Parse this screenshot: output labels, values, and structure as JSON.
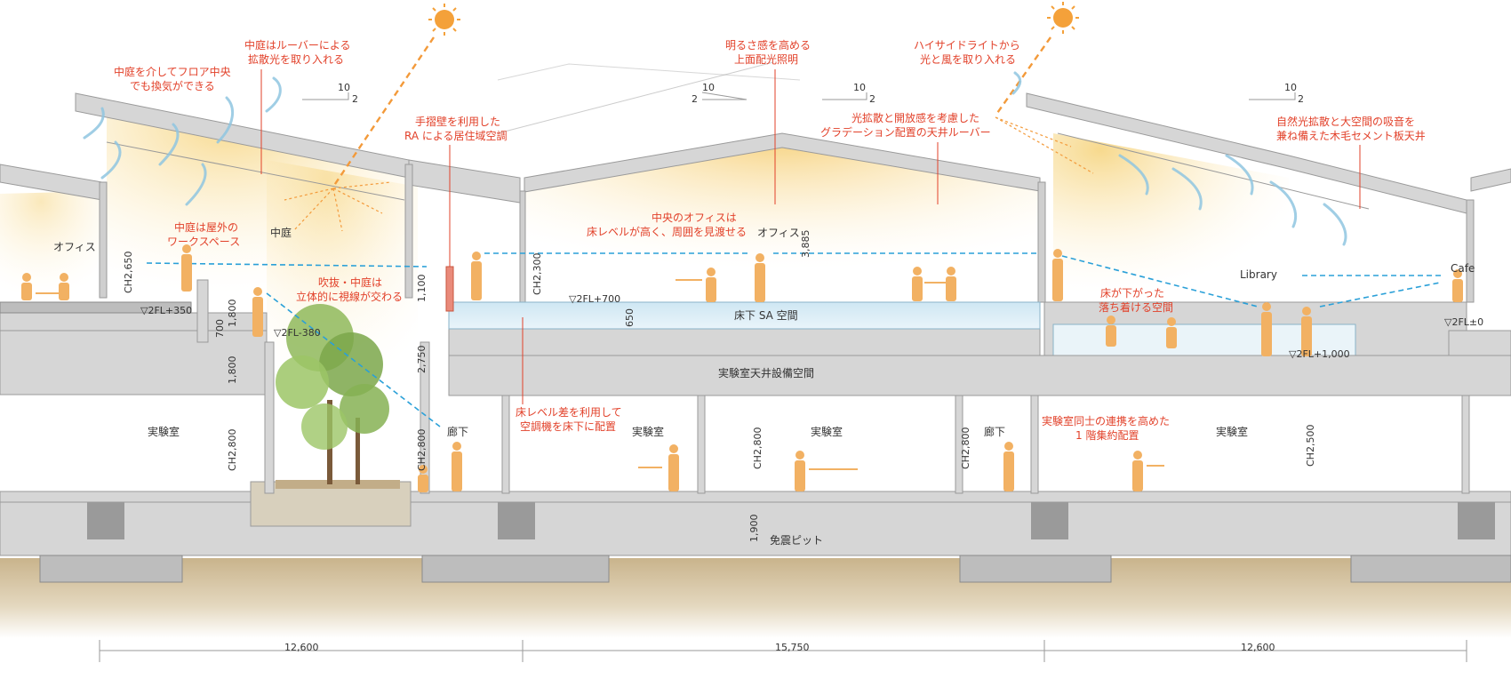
{
  "labels": {
    "office_left": "オフィス",
    "courtyard": "中庭",
    "office_center": "オフィス",
    "library": "Library",
    "cafe": "Cafe",
    "lab_left": "実験室",
    "lab_center": "実験室",
    "lab_center2": "実験室",
    "lab_right": "実験室",
    "corridor_left": "廊下",
    "corridor_right": "廊下",
    "underfloor": "床下 SA 空間",
    "lab_ceiling": "実験室天井設備空間",
    "seismic_pit": "免震ピット"
  },
  "levels": {
    "fl_350": "▽2FL+350",
    "fl_m380": "▽2FL-380",
    "fl_700": "▽2FL+700",
    "fl_1000": "▽2FL+1,000",
    "fl_0": "▽2FL±0"
  },
  "dimensions": {
    "ch2650": "CH2,650",
    "d1800a": "1,800",
    "d700": "700",
    "d1800b": "1,800",
    "ch2800_left": "CH2,800",
    "d1100": "1,100",
    "d2750": "2,750",
    "ch2800_corr": "CH2,800",
    "ch2300": "CH2,300",
    "d3885": "3,885",
    "d650": "650",
    "ch2800_center": "CH2,800",
    "ch2800_corr2": "CH2,800",
    "ch2500": "CH2,500",
    "d1900": "1,900",
    "span_left": "12,600",
    "span_center": "15,750",
    "span_right": "12,600"
  },
  "slopes": {
    "s1_run": "10",
    "s1_rise": "2",
    "s2_run": "10",
    "s2_rise": "2",
    "s3_run": "10",
    "s3_rise": "2",
    "s4_run": "10",
    "s4_rise": "2"
  },
  "notes": {
    "n1_l1": "中庭はルーバーによる",
    "n1_l2": "拡散光を取り入れる",
    "n2_l1": "中庭を介してフロア中央",
    "n2_l2": "でも換気ができる",
    "n3_l1": "手摺壁を利用した",
    "n3_l2": "RA による居住域空調",
    "n4_l1": "明るさ感を高める",
    "n4_l2": "上面配光照明",
    "n5_l1": "ハイサイドライトから",
    "n5_l2": "光と風を取り入れる",
    "n6_l1": "光拡散と開放感を考慮した",
    "n6_l2": "グラデーション配置の天井ルーバー",
    "n7_l1": "自然光拡散と大空間の吸音を",
    "n7_l2": "兼ね備えた木毛セメント板天井",
    "n8_l1": "中庭は屋外の",
    "n8_l2": "ワークスペース",
    "n9_l1": "中央のオフィスは",
    "n9_l2": "床レベルが高く、周囲を見渡せる",
    "n10_l1": "吹抜・中庭は",
    "n10_l2": "立体的に視線が交わる",
    "n11_l1": "床が下がった",
    "n11_l2": "落ち着ける空間",
    "n12_l1": "床レベル差を利用して",
    "n12_l2": "空調機を床下に配置",
    "n13_l1": "実験室同士の連携を高めた",
    "n13_l2": "1 階集約配置"
  },
  "colors": {
    "structure": "#d6d6d6",
    "accent_note": "#e2412a",
    "sightline": "#2aa0d8",
    "person": "#f2b163",
    "sun": "#f39a3a",
    "airflow": "#8fc6e0",
    "ground": "#c9b48c"
  },
  "icons": [
    "sun-icon",
    "person-icon",
    "tree-icon"
  ]
}
